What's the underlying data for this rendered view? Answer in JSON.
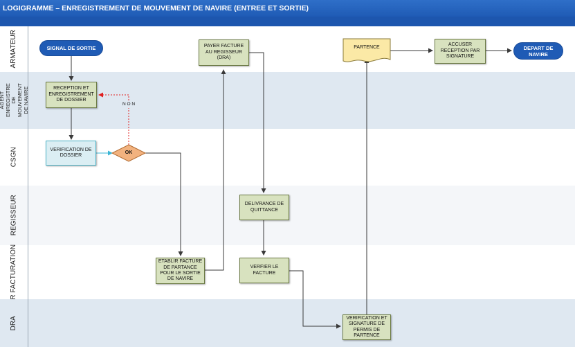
{
  "title": "LOGIGRAMME – ENREGISTREMENT DE MOUVEMENT DE NAVIRE (ENTREE ET SORTIE)",
  "lanes": [
    {
      "label": "ARMATEUR"
    },
    {
      "label": "AGENT ENREGISTRE DE MOUVEMENT DE NAVIRE"
    },
    {
      "label": "CSGN"
    },
    {
      "label": "REGISSEUR"
    },
    {
      "label": "R FACTURATION"
    },
    {
      "label": "DRA"
    }
  ],
  "nodes": {
    "signal": "SIGNAL DE SORTIE",
    "reception": "RECEPTION ET ENREGISTREMENT DE DOSSIER",
    "verification": "VERIFICATION  DE DOSSIER",
    "ok": "OK",
    "non": "N O N",
    "payer": "PAYER FACTURE AU REGISSEUR (DRA)",
    "etablir": "ETABLIR FACTURE DE PARTANCE POUR LE SORTIE DE NAVIRE",
    "delivrance": "DELIVRANCE DE QUITTANCE",
    "verifier": "VERFIER LE FACTURE",
    "verif_permis": "VERIFICATION ET SIGNATURE DE PERMIS DE PARTENCE",
    "partence": "PARTENCE",
    "accuser": "ACCUSER RECEPTION PAR SIGNATURE",
    "depart": "DEPART DE NAVIRE"
  },
  "colors": {
    "title_bar": "#1f5bb5",
    "lane_white": "#ffffff",
    "lane_shaded": "#dfe8f1",
    "process": "#d8e2bf",
    "terminal": "#1f5bb5",
    "decision": "#f2b27f",
    "document": "#fbe9a6",
    "arrow": "#4a4a4a",
    "no_arrow": "#e02020",
    "cyan_arrow": "#3bb6d6"
  }
}
